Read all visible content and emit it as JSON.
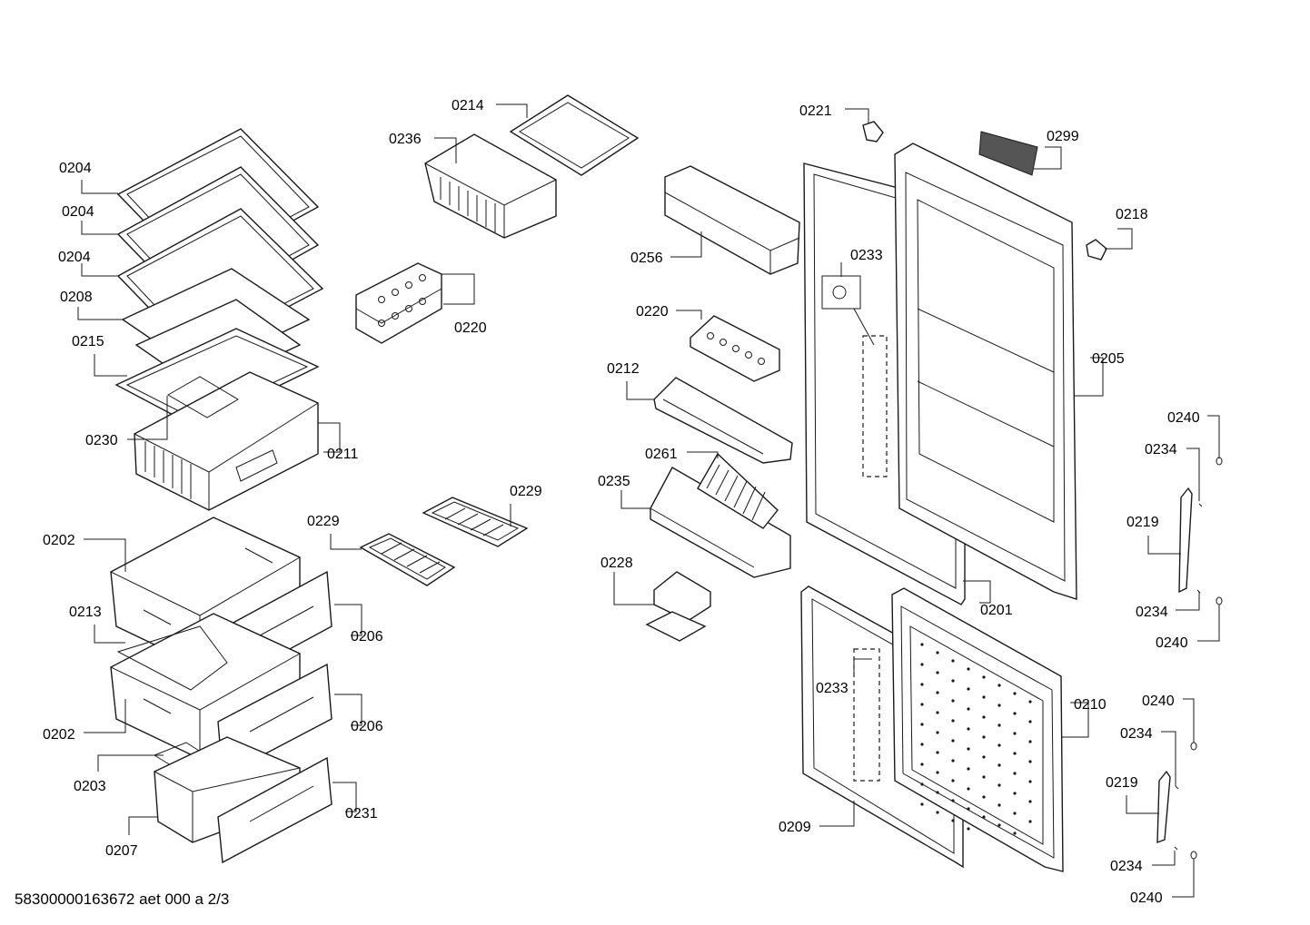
{
  "footer_text": "58300000163672 aet 000 a 2/3",
  "labels": [
    "0204",
    "0204",
    "0204",
    "0208",
    "0215",
    "0230",
    "0211",
    "0202",
    "0213",
    "0206",
    "0202",
    "0206",
    "0203",
    "0231",
    "0207",
    "0214",
    "0236",
    "0220",
    "0229",
    "0229",
    "0221",
    "0299",
    "0218",
    "0256",
    "0233",
    "0220",
    "0205",
    "0212",
    "0261",
    "0235",
    "0240",
    "0234",
    "0219",
    "0228",
    "0201",
    "0234",
    "0240",
    "0233",
    "0210",
    "0240",
    "0234",
    "0219",
    "0209",
    "0234",
    "0240"
  ],
  "colors": {
    "line": "#1a1a1a",
    "background": "#ffffff",
    "gasket_fill": "#555555"
  }
}
